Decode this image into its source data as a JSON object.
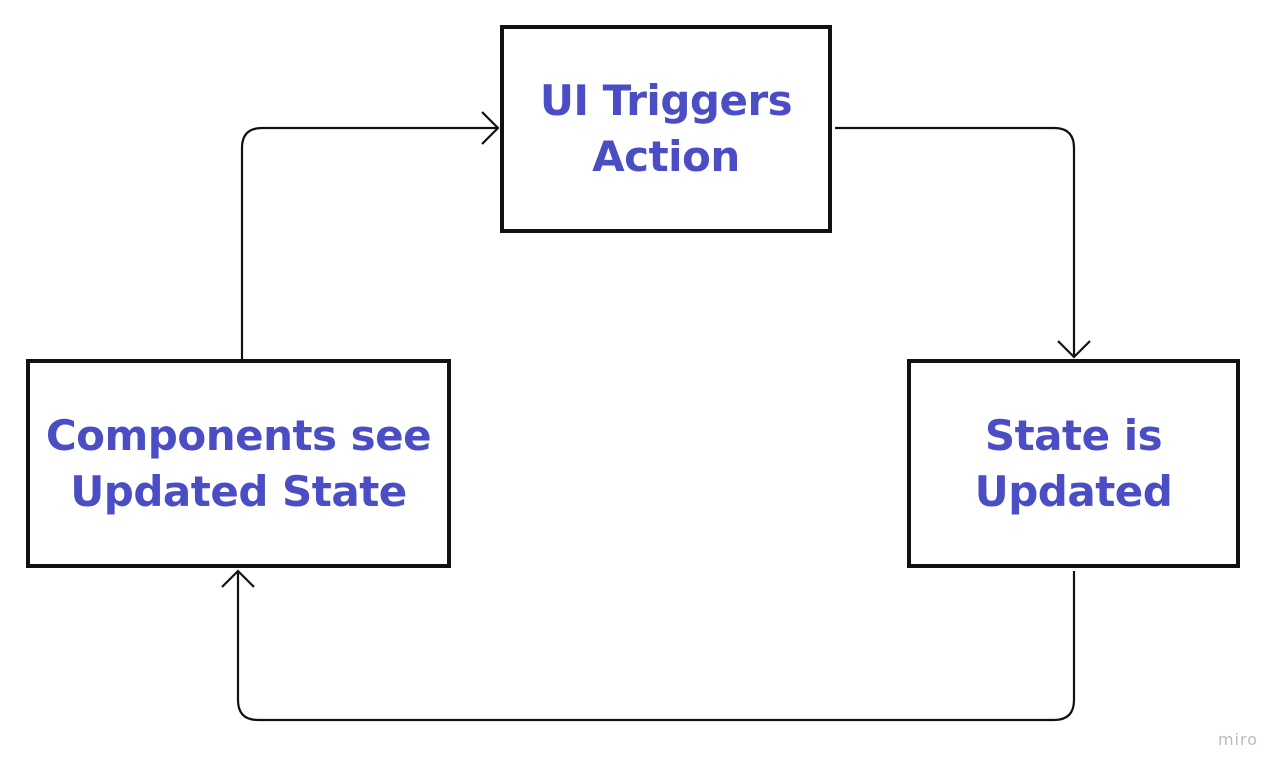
{
  "diagram": {
    "nodes": [
      {
        "id": "ui",
        "label": "UI Triggers\nAction"
      },
      {
        "id": "state",
        "label": "State is\nUpdated"
      },
      {
        "id": "components",
        "label": "Components see\nUpdated State"
      }
    ],
    "edges": [
      {
        "from": "components",
        "to": "ui"
      },
      {
        "from": "ui",
        "to": "state"
      },
      {
        "from": "state",
        "to": "components"
      }
    ]
  },
  "colors": {
    "label_text": "#4a4dc4",
    "border": "#111111",
    "connector": "#111111",
    "watermark": "#b8bcc6",
    "background": "#ffffff"
  },
  "watermark": {
    "text": "miro"
  }
}
